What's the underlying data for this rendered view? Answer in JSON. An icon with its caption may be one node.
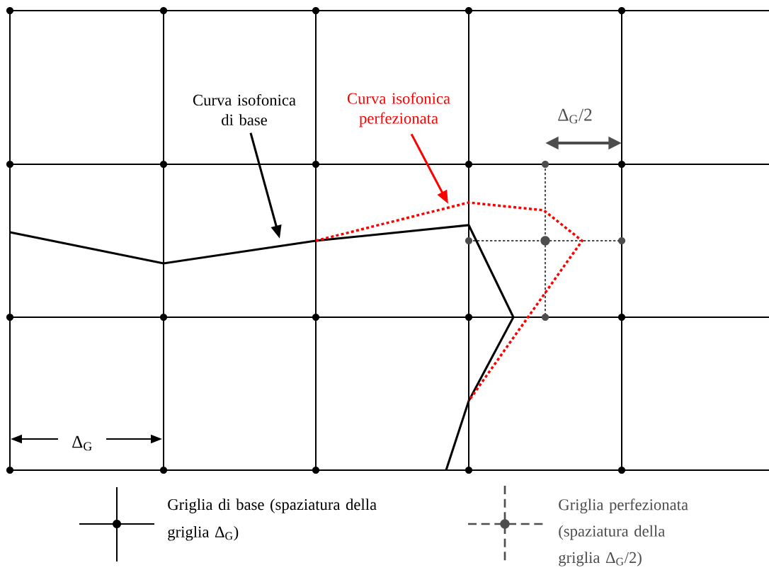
{
  "diagram": {
    "nodes": [
      {
        "text": [
          "Curva isofonica di base"
        ]
      },
      {
        "text": [
          "Curva isofonica perfezionata"
        ]
      },
      {
        "text": [],
        "shape": "line"
      },
      {
        "text": [],
        "shape": "line"
      }
    ],
    "edges": [
      {
        "from": 0,
        "to": 2,
        "arrow": "to"
      },
      {
        "from": 1,
        "to": 3,
        "arrow": "to",
        "color": "#ff0000"
      }
    ],
    "labels": [
      "Δ$_{G}$/2",
      "Δ$_{G}$"
    ],
    "legend": [
      {
        "text": "Griglia di base (spaziatura della griglia Δ$_{G}$)"
      },
      {
        "text": "Griglia perfezionata (spaziatura della griglia Δ$_{G}$/2)"
      }
    ]
  }
}
